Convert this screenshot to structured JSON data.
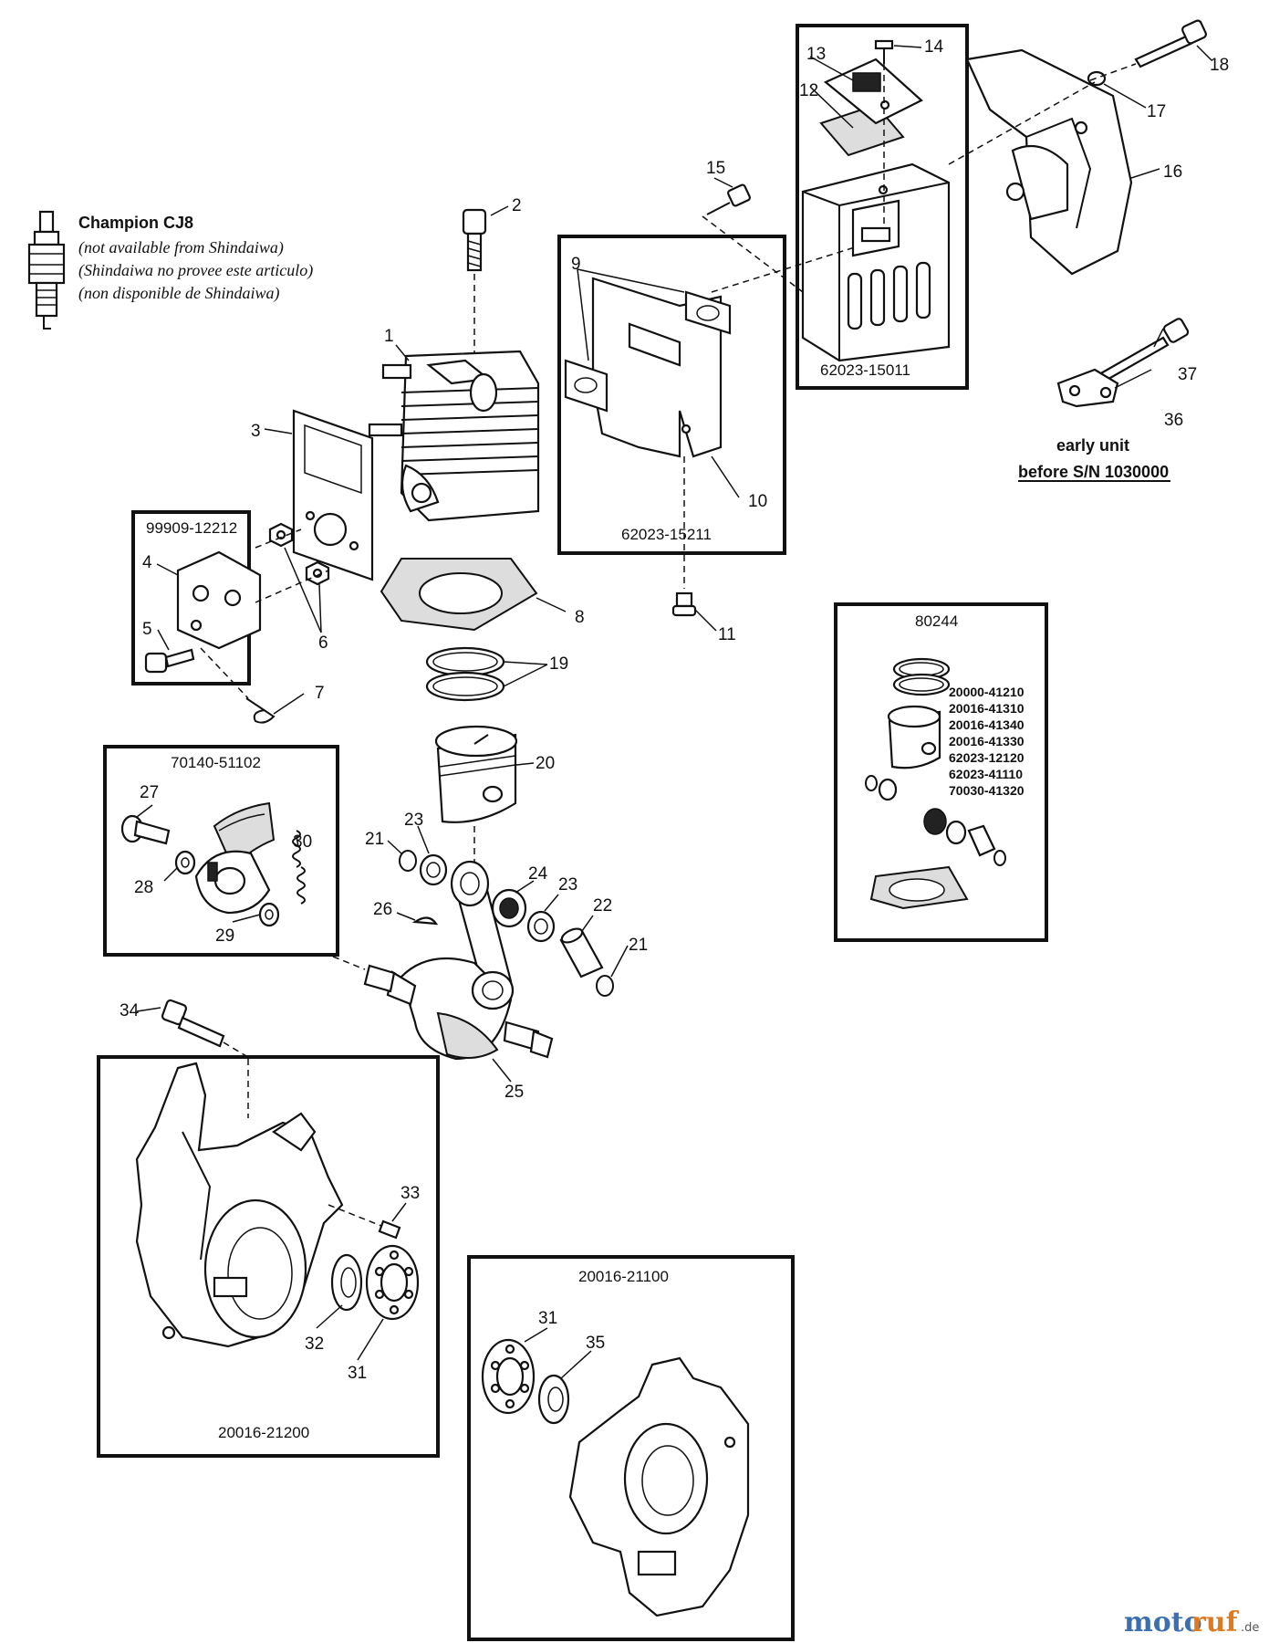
{
  "spark_plug": {
    "title": "Champion CJ8",
    "lines": [
      "(not available from Shindaiwa)",
      "(Shindaiwa no provee este articulo)",
      "(non disponible de Shindaiwa)"
    ]
  },
  "kits": {
    "muffler_kit": "62023-15011",
    "muffler_bracket_kit": "62023-15211",
    "intake_kit": "99909-12212",
    "clutch_kit": "70140-51102",
    "piston_kit": "80244",
    "piston_kit_numbers": [
      "20000-41210",
      "20016-41310",
      "20016-41340",
      "20016-41330",
      "62023-12120",
      "62023-41110",
      "70030-41320"
    ],
    "crankcase_kit": "20016-21200",
    "crankcase_half_kit": "20016-21100"
  },
  "early_unit": {
    "line1": "early unit",
    "line2": "before S/N 1030000"
  },
  "callouts": {
    "n1": "1",
    "n2": "2",
    "n3": "3",
    "n4": "4",
    "n5": "5",
    "n6": "6",
    "n7": "7",
    "n8": "8",
    "n9": "9",
    "n10": "10",
    "n11": "11",
    "n12": "12",
    "n13": "13",
    "n14": "14",
    "n15": "15",
    "n16": "16",
    "n17": "17",
    "n18": "18",
    "n19": "19",
    "n20": "20",
    "n21a": "21",
    "n21b": "21",
    "n22": "22",
    "n23a": "23",
    "n23b": "23",
    "n24": "24",
    "n25": "25",
    "n26": "26",
    "n27": "27",
    "n28": "28",
    "n29": "29",
    "n30": "30",
    "n31a": "31",
    "n31b": "31",
    "n32": "32",
    "n33": "33",
    "n34": "34",
    "n35": "35",
    "n36": "36",
    "n37": "37"
  },
  "watermark": {
    "part1": "moto",
    "part2": "ruf",
    "suffix": ".de"
  }
}
